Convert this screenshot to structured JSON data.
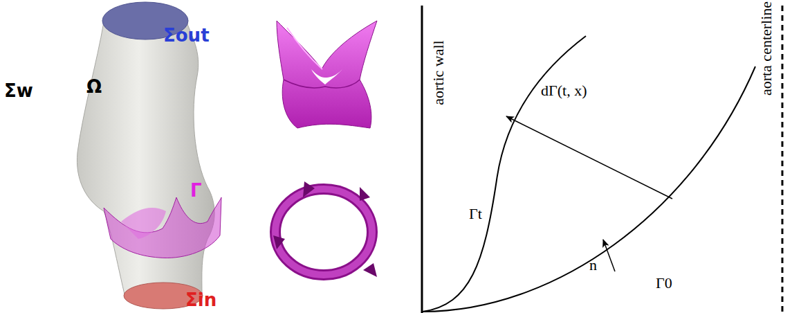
{
  "diagram": {
    "labels": [
      "Σout",
      "Ω",
      "Σw",
      "Γ",
      "Σin",
      "aortic wall",
      "dΓ(t, x)",
      "Γt",
      "n",
      "Γ0",
      "aorta centerline"
    ]
  }
}
